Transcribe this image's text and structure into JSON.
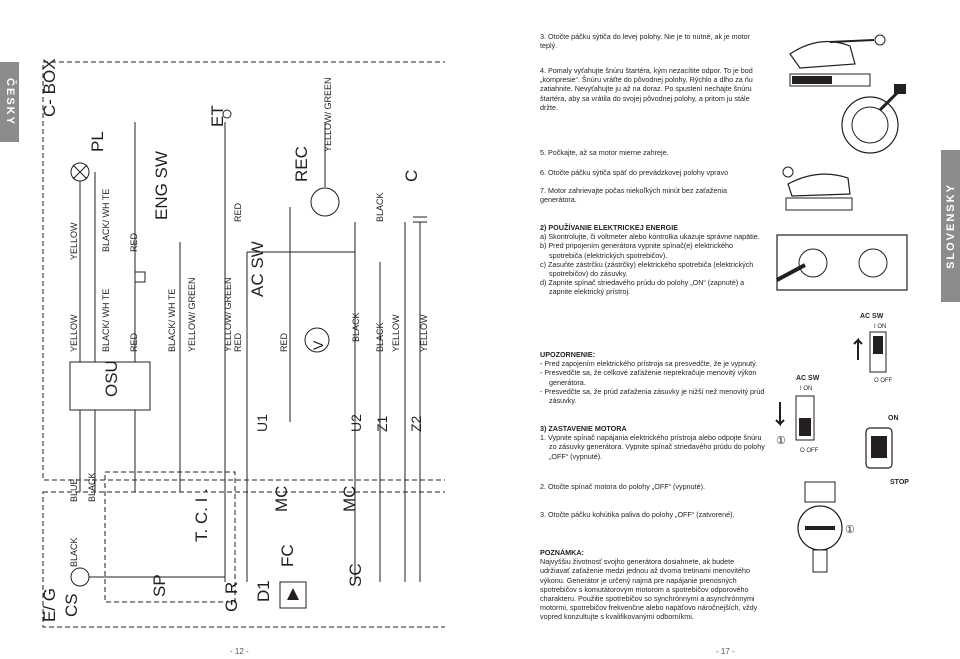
{
  "left_page": {
    "lang_tab": "ČESKY",
    "page_number": "- 12 -",
    "diagram_labels": {
      "c_box": "C- BOX",
      "pl": "PL",
      "et": "ET",
      "eng_sw": "ENG  SW",
      "rec": "REC",
      "ac_sw": "AC SW",
      "c": "C",
      "v": "V",
      "osu": "OSU",
      "u1": "U1",
      "u2": "U2",
      "z1": "Z1",
      "z2": "Z2",
      "tci": "T. C. I .",
      "mc": "MC",
      "fc": "FC",
      "d1": "D1",
      "sc": "SC",
      "sp": "SP",
      "gr": "G R",
      "cs": "CS",
      "eg": "E/ G",
      "yellow": "YELLOW",
      "black_white": "BLACK/ WH TE",
      "red": "RED",
      "black_white2": "BLACK/ WH TE",
      "yellow_green": "YELLOW/ GREEN",
      "black": "BLACK",
      "blue": "BLUE"
    }
  },
  "right_page": {
    "lang_tab": "SLOVENSKY",
    "page_number": "- 17 -",
    "step3_choke": "3. Otočte páčku sýtiča do levej polohy. Nie je to nutné, ak je motor teplý.",
    "step4": "4. Pomaly vyťahujte šnúru štartéra, kým nezacítite odpor. To je bod „kompresie“. Šnúru vráťte do pôvodnej polohy. Rýchlo a dlho za ňu zatiahnite. Nevyťahujte ju až na doraz. Po spustení nechajte šnúru štartéra, aby sa vrátila do svojej pôvodnej polohy, a pritom ju stále držte.",
    "step5": "5. Počkajte, až sa motor mierne zahreje.",
    "step6": "6. Otočte páčku sýtiča späť do prevádzkovej polohy vpravo",
    "step7": "7. Motor zahrievajte počas niekoľkých minút bez zaťaženia generátora.",
    "section2_title": "2) POUŽÍVANIE ELEKTRICKEJ ENERGIE",
    "section2_items": [
      "a) Skontrolujte, či voltmeter alebo kontrolka ukazuje správne napätie.",
      "b) Pred pripojením generátora vypnite spínač(e) elektrického spotrebiča (elektrických spotrebičov).",
      "c) Zasuňte zástrčku (zástrčky) elektrického spotrebiča (elektrických spotrebičov) do zásuvky.",
      "d) Zapnite spínač striedavého prúdu do polohy „ON“ (zapnuté) a zapnite elektrický prístroj."
    ],
    "warning_title": "UPOZORNENIE:",
    "warning_items": [
      "- Pred zapojením elektrického prístroja sa presvedčte, že je vypnutý.",
      "- Presvedčte sa, že celkové zaťaženie neprekračuje menovitý výkon generátora.",
      "- Presvedčte sa, že prúd zaťaženia zásuvky je nižší než menovitý prúd zásuvky."
    ],
    "section3_title": "3) ZASTAVENIE MOTORA",
    "section3_step1": "1. Vypnite spínač napájania elektrického prístroja alebo odpojte šnúru zo zásuvky generátora. Vypnite spínač striedavého prúdu do polohy „OFF“ (vypnuté).",
    "section3_step2": "2. Otočte spínač motora do polohy „OFF“ (vypnuté).",
    "section3_step3": "3. Otočte páčku kohútika paliva do polohy „OFF“ (zatvorené).",
    "note_title": "POZNÁMKA:",
    "note_text": "Najvyššiu životnosť svojho generátora dosiahnete, ak budete udržiavať zaťaženie medzi jednou až dvoma tretinami menovitého výkonu. Generátor je určený najmä pre napájanie prenosných spotrebičov s komutátorovým motorom a spotrebičov odporového charakteru. Použitie spotrebičov so synchrónnymi a asynchrónnymi motormi, spotrebičov frekvenčne alebo napäťovo náročnejších, vždy vopred konzultujte s kvalifikovanými odborníkmi.",
    "illu_labels": {
      "circle_one": "①",
      "ac_sw": "AC SW",
      "on": "I ON",
      "off": "O OFF",
      "on_word": "ON",
      "stop_word": "STOP"
    }
  }
}
